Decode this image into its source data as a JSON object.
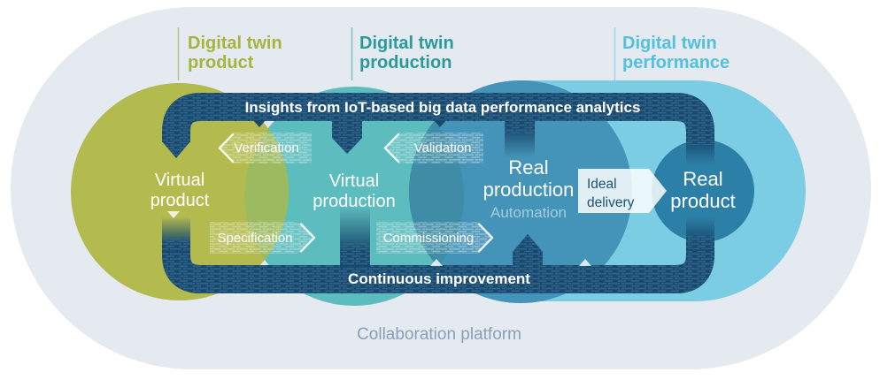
{
  "platform": {
    "label": "Collaboration platform"
  },
  "headers": [
    {
      "line1": "Digital twin",
      "line2": "product",
      "color": "#a4b43f"
    },
    {
      "line1": "Digital twin",
      "line2": "production",
      "color": "#2a9a9d"
    },
    {
      "line1": "Digital twin",
      "line2": "performance",
      "color": "#52c0e0"
    }
  ],
  "flows": {
    "insights": "Insights from IoT-based big data performance analytics",
    "improvement": "Continuous improvement"
  },
  "nodes": [
    {
      "line1": "Virtual",
      "line2": "product"
    },
    {
      "line1": "Virtual",
      "line2": "production"
    },
    {
      "line1": "Real",
      "line2": "production",
      "badge": "Automation"
    },
    {
      "line1": "Real",
      "line2": "product"
    }
  ],
  "connectors": [
    {
      "label": "Verification",
      "direction": "left"
    },
    {
      "label": "Validation",
      "direction": "left"
    },
    {
      "label": "Specification",
      "direction": "right"
    },
    {
      "label": "Commissioning",
      "direction": "right"
    }
  ],
  "delivery": {
    "line1": "Ideal",
    "line2": "delivery"
  },
  "colors": {
    "background": "#ffffff",
    "platform_bg": "#e5e9f0",
    "performance_pill": "#7acde2",
    "virtual_product": "#b3bb4e",
    "product_production_overlap": "#9cba5f",
    "virtual_production": "#5cbcbe",
    "production_real_overlap": "#3e8ca6",
    "real_production": "#4493b8",
    "real_product": "#2c7fa6",
    "band_navy": "#17496d",
    "band_dash": "#32638c",
    "header_product": "#a4b43f",
    "header_production": "#2a9a9d",
    "header_performance": "#52c0e0",
    "automation_text": "#a5cce0",
    "delivery_text": "#1c5274",
    "platform_text": "#87a1b8"
  }
}
